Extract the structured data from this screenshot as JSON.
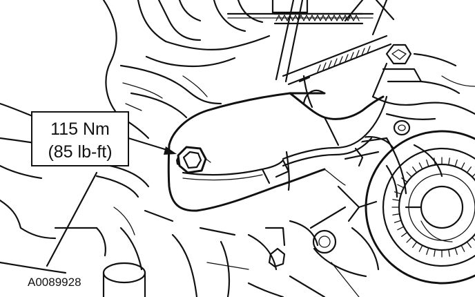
{
  "callout": {
    "torque_nm": "115 Nm",
    "torque_lbft": "(85 lb-ft)"
  },
  "figure": {
    "reference_id": "A0089928"
  },
  "colors": {
    "ink": "#111111",
    "paper": "#ffffff"
  }
}
